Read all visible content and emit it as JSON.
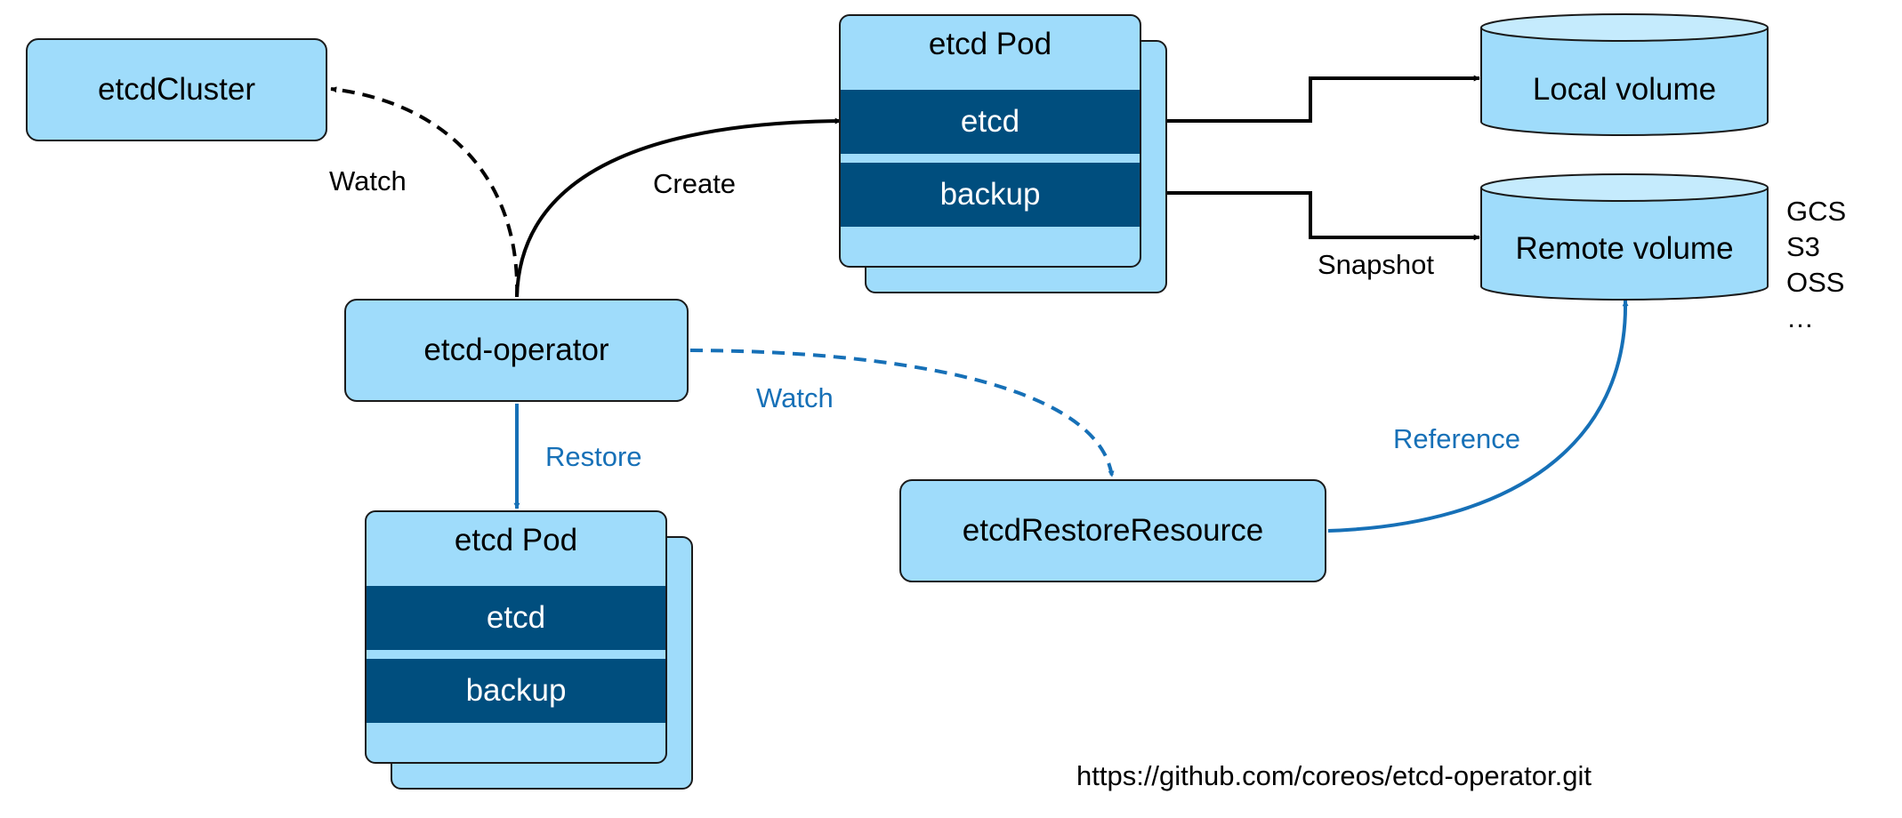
{
  "nodes": {
    "etcd_cluster": "etcdCluster",
    "etcd_operator": "etcd-operator",
    "etcd_restore_resource": "etcdRestoreResource"
  },
  "pod_top": {
    "title": "etcd Pod",
    "etcd": "etcd",
    "backup": "backup"
  },
  "pod_bottom": {
    "title": "etcd Pod",
    "etcd": "etcd",
    "backup": "backup"
  },
  "volumes": {
    "local": "Local volume",
    "remote": "Remote volume"
  },
  "storage_options": [
    "GCS",
    "S3",
    "OSS",
    "…"
  ],
  "edge_labels": {
    "watch_cluster": "Watch",
    "create": "Create",
    "snapshot": "Snapshot",
    "watch_restore": "Watch",
    "restore": "Restore",
    "reference": "Reference"
  },
  "footer_url": "https://github.com/coreos/etcd-operator.git",
  "colors": {
    "box_fill": "#9fdcfb",
    "band_fill": "#004e7e",
    "blue_edges": "#1670b7",
    "black_edges": "#000000"
  }
}
